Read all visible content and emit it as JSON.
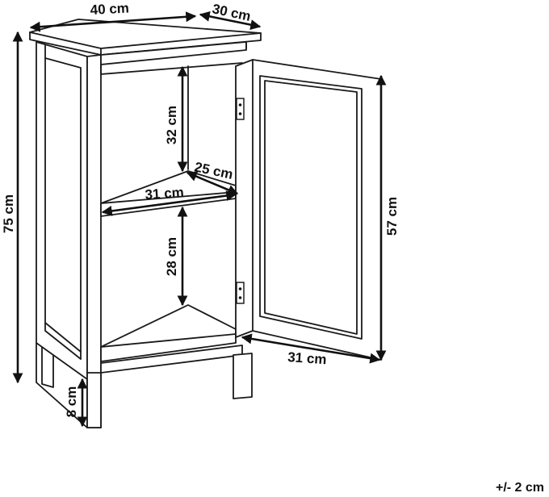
{
  "dimensions": {
    "width": "40 cm",
    "depth": "30 cm",
    "height": "75 cm",
    "upper_shelf_height": "32 cm",
    "shelf_depth": "25 cm",
    "shelf_width": "31 cm",
    "lower_shelf_height": "28 cm",
    "door_height": "57 cm",
    "door_width": "31 cm",
    "leg_height": "8 cm"
  },
  "tolerance": "+/- 2 cm"
}
